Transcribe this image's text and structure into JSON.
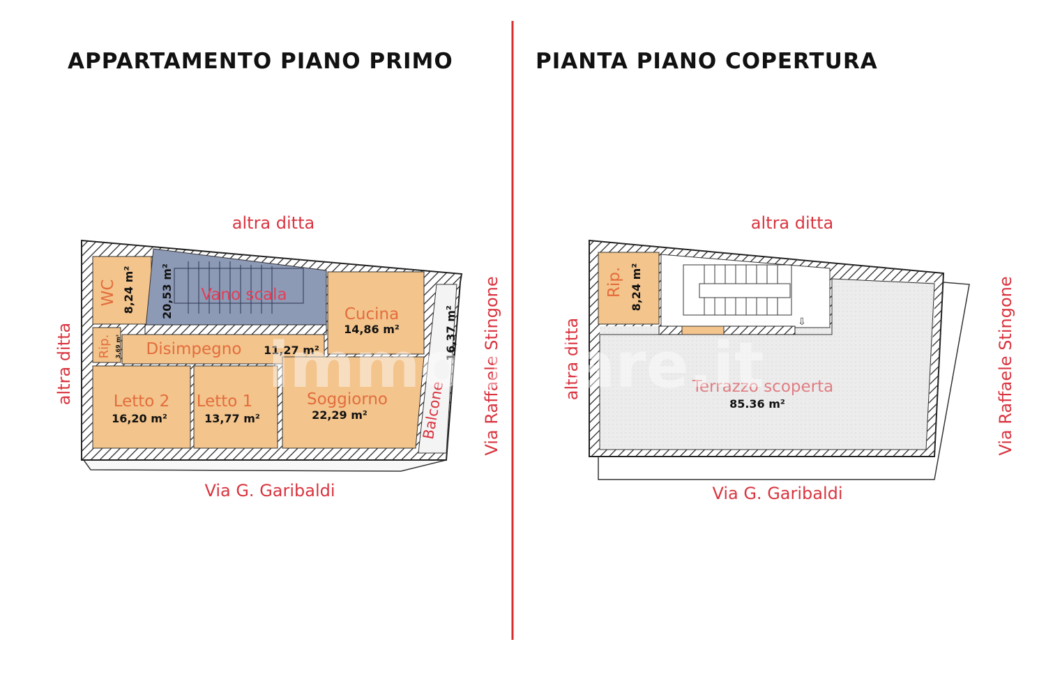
{
  "left_plan": {
    "title": "APPARTAMENTO PIANO PRIMO",
    "streets": {
      "top": "altra ditta",
      "left": "altra ditta",
      "right": "Via Raffaele Stingone",
      "bottom": "Via G. Garibaldi"
    },
    "rooms": [
      {
        "name": "WC",
        "area": "8,24 m²"
      },
      {
        "name": "Vano scala",
        "area": "20,53 m²"
      },
      {
        "name": "Cucina",
        "area": "14,86 m²"
      },
      {
        "name": "Rip.",
        "area": "3,69 m²"
      },
      {
        "name": "Disimpegno",
        "area": "11,27 m²"
      },
      {
        "name": "Letto 2",
        "area": "16,20 m²"
      },
      {
        "name": "Letto 1",
        "area": "13,77 m²"
      },
      {
        "name": "Soggiorno",
        "area": "22,29 m²"
      },
      {
        "name": "Balcone",
        "area": "16,37 m²"
      }
    ]
  },
  "right_plan": {
    "title": "PIANTA PIANO COPERTURA",
    "streets": {
      "top": "altra ditta",
      "left": "altra ditta",
      "right": "Via Raffaele Stingone",
      "bottom": "Via G. Garibaldi"
    },
    "rooms": [
      {
        "name": "Rip.",
        "area": "8,24 m²"
      },
      {
        "name": "Terrazzo scoperta",
        "area": "85.36 m²"
      }
    ]
  },
  "watermark": "immobiliare.it",
  "colors": {
    "divider": "#d32f2f",
    "room_fill": "#f3c48c",
    "stair_fill": "#8d9ab6",
    "terrace_fill": "#eeeeee",
    "label_red": "#d9343f",
    "room_label": "#e36d3c"
  }
}
